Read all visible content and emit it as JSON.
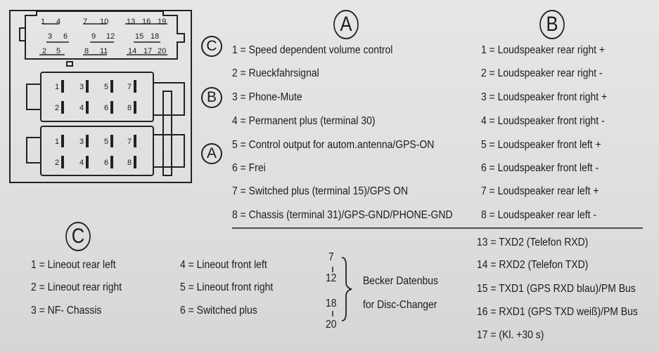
{
  "section_a": {
    "letter": "A",
    "items": [
      "1 = Speed dependent volume control",
      "2 = Rueckfahrsignal",
      "3 = Phone-Mute",
      "4 = Permanent plus (terminal 30)",
      "5 = Control output for autom.antenna/GPS-ON",
      "6 = Frei",
      "7 = Switched plus (terminal 15)/GPS ON",
      "8 = Chassis (terminal 31)/GPS-GND/PHONE-GND"
    ]
  },
  "section_b": {
    "letter": "B",
    "items": [
      "1 = Loudspeaker rear right +",
      "2 = Loudspeaker rear right -",
      "3 = Loudspeaker front right +",
      "4 = Loudspeaker front right -",
      "5 = Loudspeaker front left +",
      "6 = Loudspeaker front left -",
      "7 = Loudspeaker rear left +",
      "8 = Loudspeaker rear left -"
    ]
  },
  "section_c": {
    "letter": "C",
    "col1": [
      "1 = Lineout rear left",
      "2 = Lineout rear right",
      "3 = NF- Chassis"
    ],
    "col2": [
      "4 = Lineout front left",
      "5 = Lineout front right",
      "6 = Switched plus"
    ]
  },
  "datenbus": {
    "pins": [
      "7",
      "12",
      "18",
      "20"
    ],
    "label1": "Becker Datenbus",
    "label2": "for Disc-Changer",
    "items": [
      "13 = TXD2 (Telefon RXD)",
      "14 = RXD2 (Telefon TXD)",
      "15 = TXD1 (GPS RXD blau)/PM Bus",
      "16 = RXD1 (GPS TXD weiß)/PM Bus",
      "17 = (Kl. +30 s)"
    ]
  },
  "connector": {
    "labels": {
      "c": "C",
      "b": "B",
      "a": "A"
    },
    "c_pins_row1": [
      "1",
      "4",
      "7",
      "10",
      "13",
      "16",
      "19"
    ],
    "c_pins_row2": [
      "3",
      "6",
      "9",
      "12",
      "15",
      "18"
    ],
    "c_pins_row3": [
      "2",
      "5",
      "8",
      "11",
      "14",
      "17",
      "20"
    ],
    "block_pins_top": [
      "1",
      "3",
      "5",
      "7"
    ],
    "block_pins_bottom": [
      "2",
      "4",
      "6",
      "8"
    ]
  }
}
